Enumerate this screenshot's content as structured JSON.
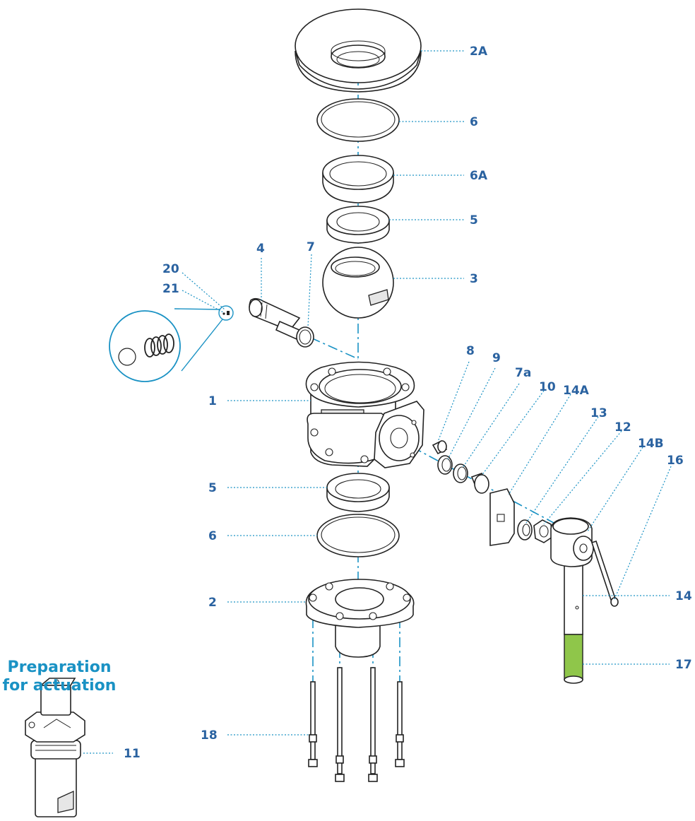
{
  "callouts": {
    "c_2A": "2A",
    "c_6_top": "6",
    "c_6A": "6A",
    "c_5_top": "5",
    "c_3": "3",
    "c_4": "4",
    "c_7": "7",
    "c_20": "20",
    "c_21": "21",
    "c_1": "1",
    "c_8": "8",
    "c_9": "9",
    "c_7a": "7a",
    "c_10": "10",
    "c_14A": "14A",
    "c_13": "13",
    "c_12": "12",
    "c_14B": "14B",
    "c_16": "16",
    "c_5_bot": "5",
    "c_6_bot": "6",
    "c_2": "2",
    "c_14": "14",
    "c_17": "17",
    "c_18": "18",
    "c_11": "11"
  },
  "inset": {
    "title_line1": "Preparation",
    "title_line2": "for actuation"
  },
  "colors": {
    "callout_text": "#2a62a0",
    "leader_lines": "#1a92c4",
    "inset_title": "#1a92c4",
    "handle_grip": "#8fc64a"
  }
}
